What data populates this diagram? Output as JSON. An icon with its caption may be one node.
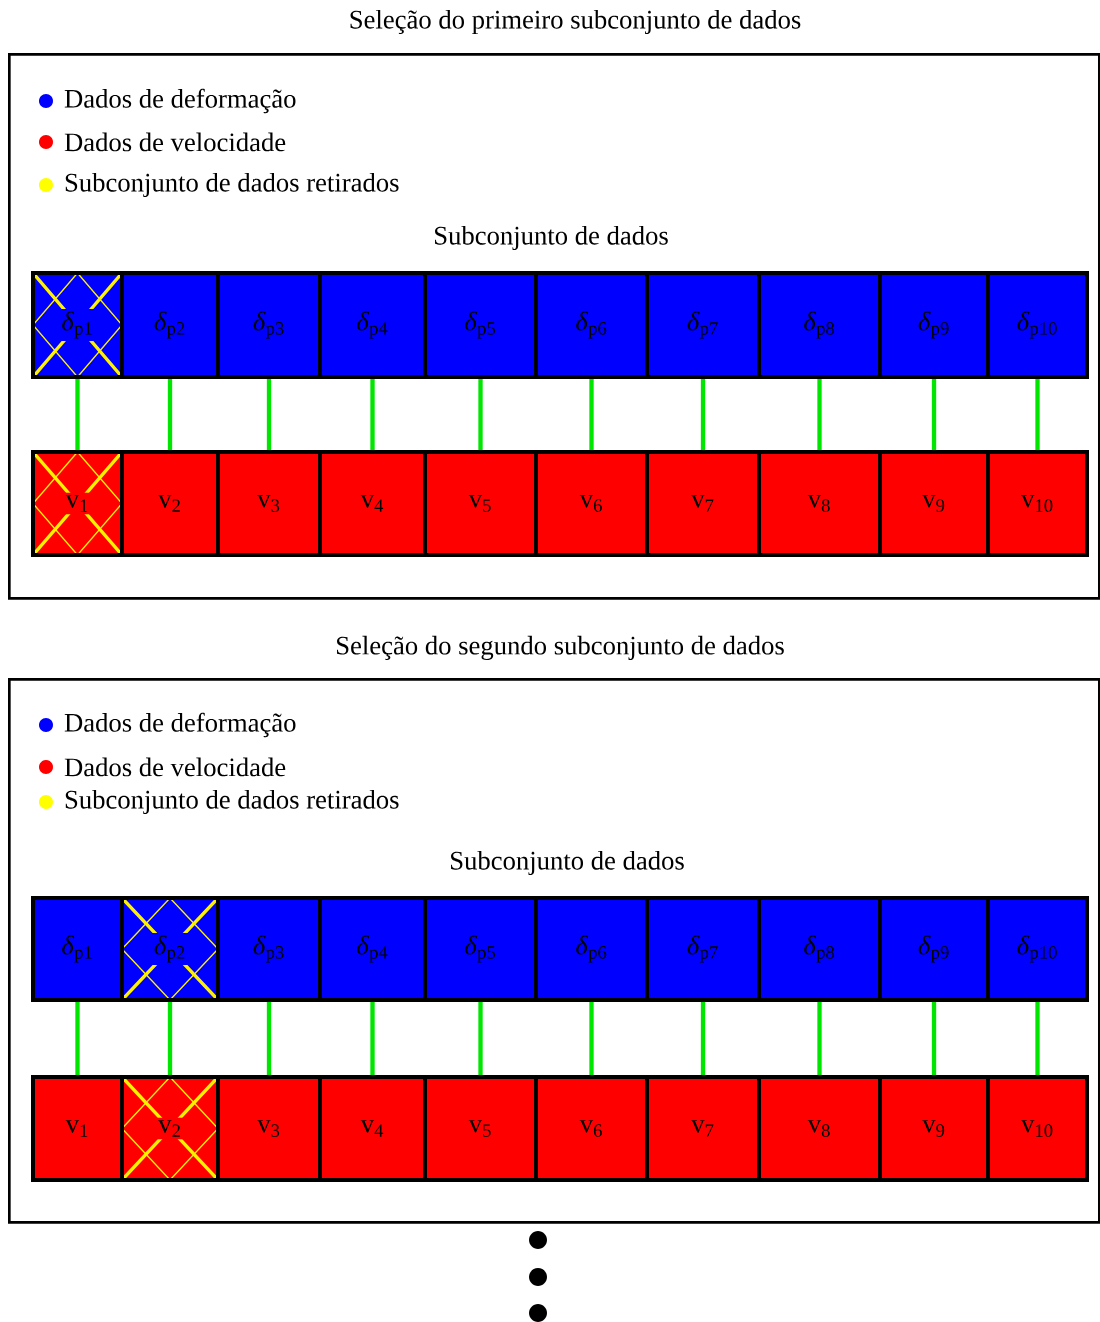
{
  "diagram": {
    "nodes": [
      {
        "text": [
          "Seleção do primeiro subconjunto de dados"
        ]
      },
      {
        "text": [
          "*δ*$_{p1}$"
        ],
        "in": 0
      },
      {
        "text": [
          "*δ*$_{p2}$"
        ],
        "in": 0
      },
      {
        "text": [
          "*δ*$_{p3}$"
        ],
        "in": 0
      },
      {
        "text": [
          "*δ*$_{p4}$"
        ],
        "in": 0
      },
      {
        "text": [
          "*δ*$_{p5}$"
        ],
        "in": 0
      },
      {
        "text": [
          "*δ*$_{p6}$"
        ],
        "in": 0
      },
      {
        "text": [
          "*δ*$_{p7}$"
        ],
        "in": 0
      },
      {
        "text": [
          "*δ*$_{p8}$"
        ],
        "in": 0
      },
      {
        "text": [
          "*δ*$_{p9}$"
        ],
        "in": 0
      },
      {
        "text": [
          "*δ*$_{p10}$"
        ],
        "in": 0
      },
      {
        "text": [
          "v$_{1}$"
        ],
        "in": 0
      },
      {
        "text": [
          "v$_{2}$"
        ],
        "in": 0
      },
      {
        "text": [
          "v$_{3}$"
        ],
        "in": 0
      },
      {
        "text": [
          "v$_{4}$"
        ],
        "in": 0
      },
      {
        "text": [
          "v$_{5}$"
        ],
        "in": 0
      },
      {
        "text": [
          "v$_{6}$"
        ],
        "in": 0
      },
      {
        "text": [
          "v$_{7}$"
        ],
        "in": 0
      },
      {
        "text": [
          "v$_{8}$"
        ],
        "in": 0
      },
      {
        "text": [
          "v$_{9}$"
        ],
        "in": 0
      },
      {
        "text": [
          "v$_{10}$"
        ],
        "in": 0
      },
      {
        "text": [
          "Seleção do segundo subconjunto de dados"
        ]
      },
      {
        "text": [
          "*δ*$_{p1}$"
        ],
        "in": 21
      },
      {
        "text": [
          "*δ*$_{p2}$"
        ],
        "in": 21
      },
      {
        "text": [
          "*δ*$_{p3}$"
        ],
        "in": 21
      },
      {
        "text": [
          "*δ*$_{p4}$"
        ],
        "in": 21
      },
      {
        "text": [
          "*δ*$_{p5}$"
        ],
        "in": 21
      },
      {
        "text": [
          "*δ*$_{p6}$"
        ],
        "in": 21
      },
      {
        "text": [
          "*δ*$_{p7}$"
        ],
        "in": 21
      },
      {
        "text": [
          "*δ*$_{p8}$"
        ],
        "in": 21
      },
      {
        "text": [
          "*δ*$_{p9}$"
        ],
        "in": 21
      },
      {
        "text": [
          "*δ*$_{p10}$"
        ],
        "in": 21
      },
      {
        "text": [
          "v$_{1}$"
        ],
        "in": 21
      },
      {
        "text": [
          "v$_{2}$"
        ],
        "in": 21
      },
      {
        "text": [
          "v$_{3}$"
        ],
        "in": 21
      },
      {
        "text": [
          "v$_{4}$"
        ],
        "in": 21
      },
      {
        "text": [
          "v$_{5}$"
        ],
        "in": 21
      },
      {
        "text": [
          "v$_{6}$"
        ],
        "in": 21
      },
      {
        "text": [
          "v$_{7}$"
        ],
        "in": 21
      },
      {
        "text": [
          "v$_{8}$"
        ],
        "in": 21
      },
      {
        "text": [
          "v$_{9}$"
        ],
        "in": 21
      },
      {
        "text": [
          "v$_{10}$"
        ],
        "in": 21
      }
    ],
    "edges": [
      {
        "from": 1,
        "to": 11,
        "arrow": "none"
      },
      {
        "from": 2,
        "to": 12,
        "arrow": "none"
      },
      {
        "from": 3,
        "to": 13,
        "arrow": "none"
      },
      {
        "from": 4,
        "to": 14,
        "arrow": "none"
      },
      {
        "from": 5,
        "to": 15,
        "arrow": "none"
      },
      {
        "from": 6,
        "to": 16,
        "arrow": "none"
      },
      {
        "from": 7,
        "to": 17,
        "arrow": "none"
      },
      {
        "from": 8,
        "to": 18,
        "arrow": "none"
      },
      {
        "from": 9,
        "to": 19,
        "arrow": "none"
      },
      {
        "from": 10,
        "to": 20,
        "arrow": "none"
      },
      {
        "from": 22,
        "to": 32,
        "arrow": "none"
      },
      {
        "from": 23,
        "to": 33,
        "arrow": "none"
      },
      {
        "from": 24,
        "to": 34,
        "arrow": "none"
      },
      {
        "from": 25,
        "to": 35,
        "arrow": "none"
      },
      {
        "from": 26,
        "to": 36,
        "arrow": "none"
      },
      {
        "from": 27,
        "to": 37,
        "arrow": "none"
      },
      {
        "from": 28,
        "to": 38,
        "arrow": "none"
      },
      {
        "from": 29,
        "to": 39,
        "arrow": "none"
      },
      {
        "from": 30,
        "to": 40,
        "arrow": "none"
      },
      {
        "from": 31,
        "to": 41,
        "arrow": "none"
      }
    ],
    "labels": [
      "Subconjunto de dados",
      "Subconjunto de dados"
    ],
    "legend": [
      {
        "text": "Dados de deformação",
        "color": "#0000ff"
      },
      {
        "text": "Dados de velocidade",
        "color": "#ff0000"
      },
      {
        "text": "Subconjunto de dados retirados",
        "color": "#ffff00"
      },
      {
        "text": "Dados de deformação",
        "color": "#0000ff"
      },
      {
        "text": "Dados de velocidade",
        "color": "#ff0000"
      },
      {
        "text": "Subconjunto de dados retirados",
        "color": "#ffff00"
      }
    ]
  }
}
